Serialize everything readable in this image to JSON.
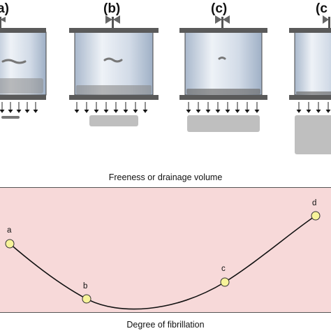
{
  "panels": [
    {
      "letter": "a)",
      "curl": "long"
    },
    {
      "letter": "(b)",
      "curl": "medium"
    },
    {
      "letter": "(c)",
      "curl": "short"
    },
    {
      "letter": "(c",
      "curl": "none"
    }
  ],
  "captions": {
    "top": "Freeness or drainage volume",
    "bottom": "Degree of fibrillation"
  },
  "colors": {
    "plot_background": "#f7d9d9",
    "point_fill": "#f7f39a",
    "cylinder": "#c9d6e6",
    "plate": "#5a5a5a"
  },
  "curve_points": [
    {
      "label": "a"
    },
    {
      "label": "b"
    },
    {
      "label": "c"
    },
    {
      "label": "d"
    }
  ]
}
